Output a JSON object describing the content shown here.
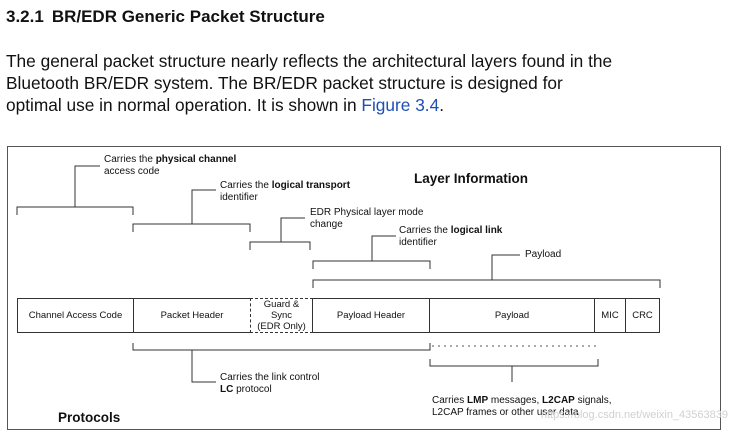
{
  "section": {
    "number": "3.2.1",
    "title": "BR/EDR Generic Packet Structure"
  },
  "paragraph": {
    "line1": "The general packet structure nearly reflects the architectural layers found in the",
    "line2": "Bluetooth BR/EDR system. The BR/EDR packet structure is designed for",
    "line3_pre": "optimal use in normal operation. It is shown in ",
    "figure_link": "Figure 3.4",
    "line3_post": "."
  },
  "figure": {
    "layer_title": "Layer Information",
    "protocols_title": "Protocols",
    "ann_access_code": {
      "pre": "Carries the ",
      "bold": "physical channel",
      "post": "access code"
    },
    "ann_transport": {
      "pre": "Carries the ",
      "bold": "logical transport",
      "post": "identifier"
    },
    "ann_edr": {
      "line1": "EDR Physical layer mode",
      "line2": "change"
    },
    "ann_link": {
      "pre": "Carries the ",
      "bold": "logical link",
      "post": "identifier"
    },
    "ann_payload": "Payload",
    "ann_lc": {
      "line1": "Carries the link control",
      "bold": "LC",
      "post": " protocol"
    },
    "ann_lmp": {
      "pre": "Carries ",
      "bold1": "LMP",
      "mid": " messages, ",
      "bold2": "L2CAP",
      "post": " signals,",
      "line2": "L2CAP frames or other user data"
    },
    "cells": {
      "access_code": "Channel Access Code",
      "packet_header": "Packet Header",
      "guard_line1": "Guard &",
      "guard_line2": "Sync",
      "guard_line3": "(EDR Only)",
      "payload_header": "Payload Header",
      "payload": "Payload",
      "mic": "MIC",
      "crc": "CRC"
    }
  },
  "watermark": "https://blog.csdn.net/weixin_43563839"
}
